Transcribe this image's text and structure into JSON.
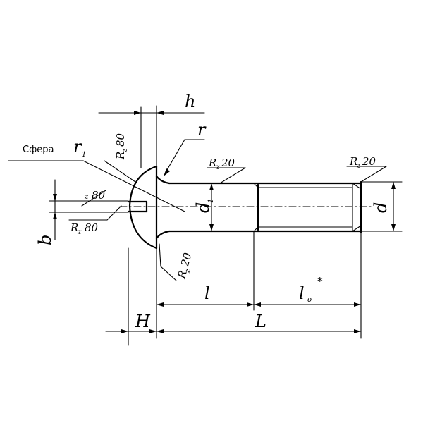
{
  "labels": {
    "h": "h",
    "r": "r",
    "r1": "r",
    "r1_sub": "1",
    "sphere": "Сфера",
    "d1": "d",
    "d1_sub": "1",
    "d": "d",
    "b": "b",
    "H": "H",
    "L": "L",
    "l": "l",
    "l0": "l",
    "l0_sub": "o",
    "l0_mark": "*",
    "rz_letter": "R",
    "rz_sub": "z",
    "rz80": "80",
    "rz20": "20"
  }
}
